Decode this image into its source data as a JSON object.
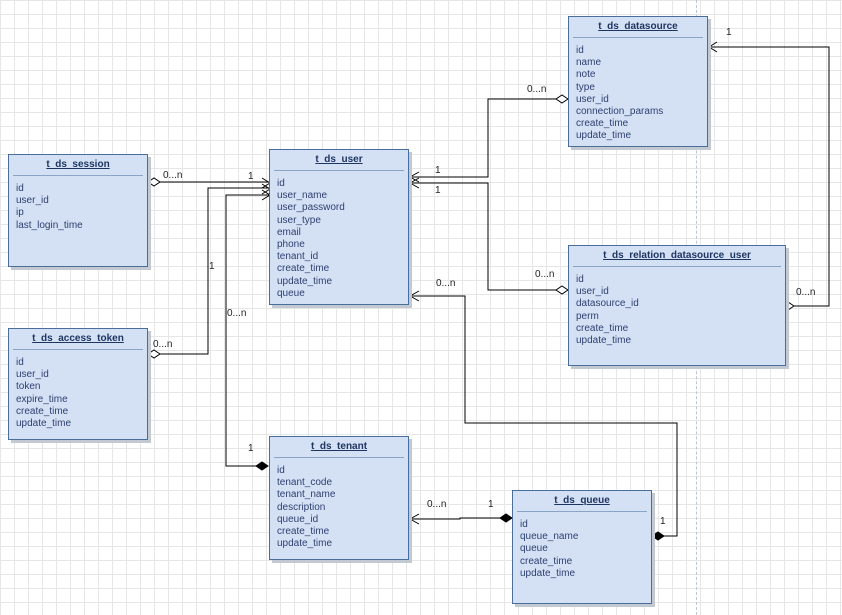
{
  "entities": {
    "datasource": {
      "title": "t_ds_datasource",
      "fields": [
        "id",
        "name",
        "note",
        "type",
        "user_id",
        "connection_params",
        "create_time",
        "update_time"
      ]
    },
    "session": {
      "title": "t_ds_session",
      "fields": [
        "id",
        "user_id",
        "ip",
        "last_login_time"
      ]
    },
    "user": {
      "title": "t_ds_user",
      "fields": [
        "id",
        "user_name",
        "user_password",
        "user_type",
        "email",
        "phone",
        "tenant_id",
        "create_time",
        "update_time",
        "queue"
      ]
    },
    "relation": {
      "title": "t_ds_relation_datasource_user",
      "fields": [
        "id",
        "user_id",
        "datasource_id",
        "perm",
        "create_time",
        "update_time"
      ]
    },
    "access_token": {
      "title": "t_ds_access_token",
      "fields": [
        "id",
        "user_id",
        "token",
        "expire_time",
        "create_time",
        "update_time"
      ]
    },
    "tenant": {
      "title": "t_ds_tenant",
      "fields": [
        "id",
        "tenant_code",
        "tenant_name",
        "description",
        "queue_id",
        "create_time",
        "update_time"
      ]
    },
    "queue": {
      "title": "t_ds_queue",
      "fields": [
        "id",
        "queue_name",
        "queue",
        "create_time",
        "update_time"
      ]
    }
  },
  "multiplicities": {
    "ds_top_one": "1",
    "ds_left_many": "0...n",
    "user_ds_one": "1",
    "user_rel_one": "1",
    "rel_left_many": "0...n",
    "rel_right_many": "0...n",
    "session_many": "0...n",
    "session_user_one": "1",
    "token_user_one": "1",
    "token_many": "0...n",
    "user_tenant_many": "0...n",
    "tenant_one": "1",
    "user_queue_many": "0...n",
    "tenant_queue_many": "0...n",
    "queue_tenant_one": "1",
    "queue_user_one": "1"
  },
  "colors": {
    "entity_fill": "#d4e1f5",
    "entity_border": "#4a6e9c",
    "title_text": "#1e3560",
    "field_text": "#2e3f6f",
    "line": "#000000"
  }
}
